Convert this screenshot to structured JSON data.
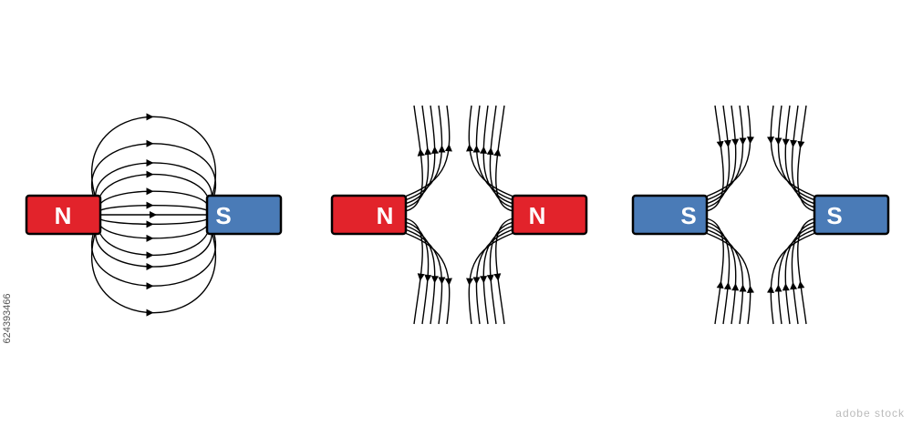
{
  "colors": {
    "north": "#e2232b",
    "south": "#4a7bb7",
    "line": "#000000"
  },
  "diagrams": [
    {
      "name": "attraction",
      "left_label": "N",
      "right_label": "S"
    },
    {
      "name": "repulsion-north",
      "left_label": "N",
      "right_label": "N"
    },
    {
      "name": "repulsion-south",
      "left_label": "S",
      "right_label": "S"
    }
  ],
  "watermark": "adobe stock",
  "side_id": "624393466"
}
